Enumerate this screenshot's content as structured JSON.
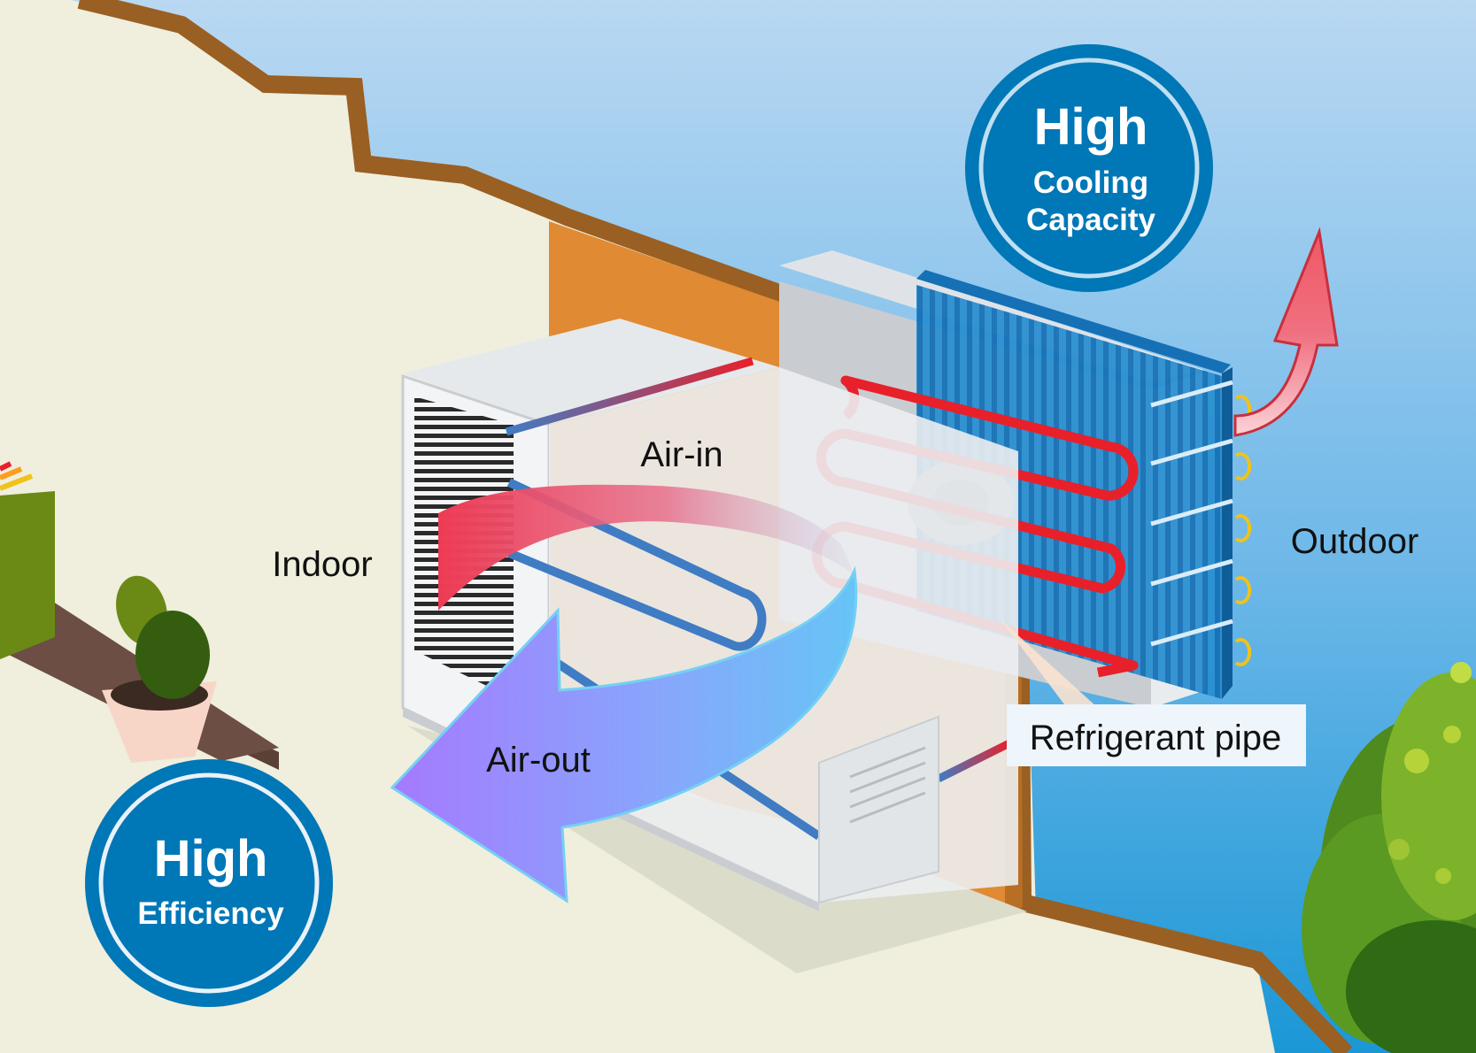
{
  "badges": {
    "cooling": {
      "title": "High",
      "line1": "Cooling",
      "line2": "Capacity"
    },
    "efficiency": {
      "title": "High",
      "line1": "Efficiency"
    }
  },
  "labels": {
    "indoor": "Indoor",
    "outdoor": "Outdoor",
    "air_in": "Air-in",
    "air_out": "Air-out",
    "refrigerant_pipe": "Refrigerant pipe"
  },
  "colors": {
    "sky": "#8fc6ec",
    "wall_interior": "#f0eedd",
    "wall_edge": "#9a5f22",
    "wall_section": "#e08a33",
    "badge_blue": "#0077b6",
    "hot_pipe": "#e8202a",
    "cold_pipe": "#3f7cc4",
    "warm_air": "#ee5566",
    "cool_air_start": "#a07cff",
    "cool_air_end": "#6ec6f6",
    "exhaust_arrow": "#ef5a64"
  }
}
